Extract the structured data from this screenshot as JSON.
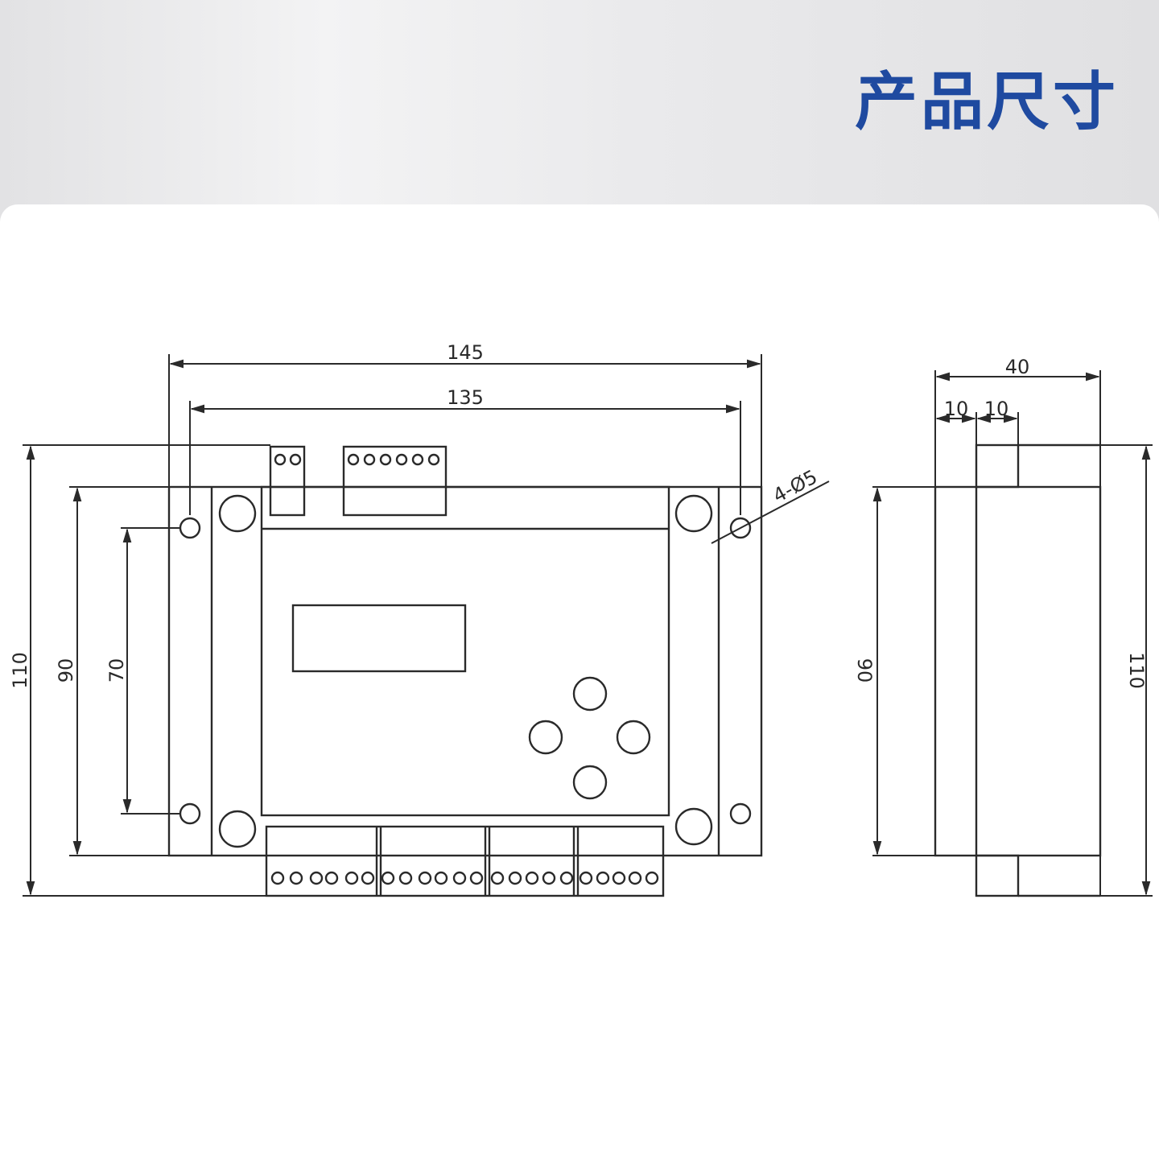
{
  "header": {
    "title": "产品尺寸"
  },
  "dimensions": {
    "overall_width": "145",
    "mount_hole_spacing_width": "135",
    "hole_callout": "4-Ø5",
    "overall_height": "110",
    "body_height": "90",
    "mount_hole_spacing_height": "70",
    "side_depth": "40",
    "side_step_a": "10",
    "side_step_b": "10",
    "side_body_height": "90",
    "side_overall_height": "110"
  },
  "colors": {
    "title": "#1f4aa0",
    "line": "#2a2a2a"
  }
}
